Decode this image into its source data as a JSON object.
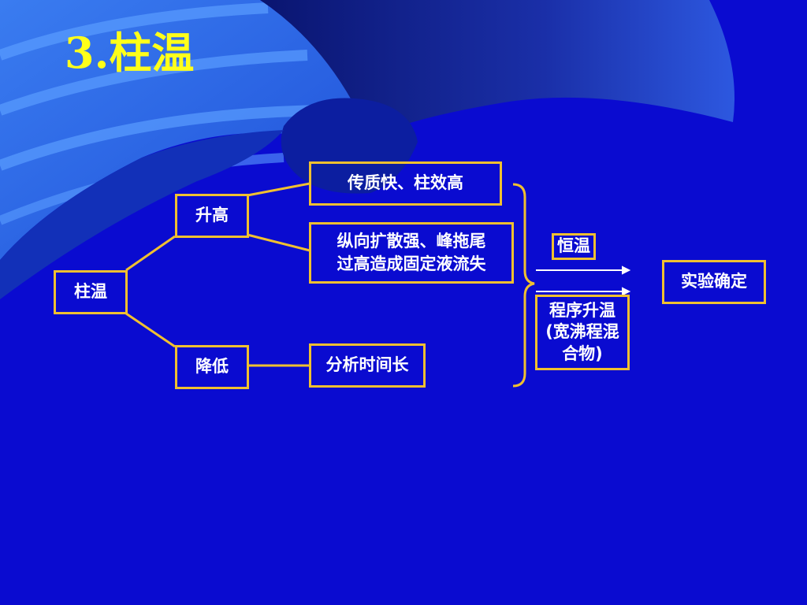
{
  "slide": {
    "title": "3.柱温",
    "root": "柱温",
    "branch_up": "升高",
    "branch_down": "降低",
    "effect_up_1": "传质快、柱效高",
    "effect_up_2_line1": "纵向扩散强、峰拖尾",
    "effect_up_2_line2": "过高造成固定液流失",
    "effect_down": "分析时间长",
    "mode_isothermal": "恒温",
    "mode_program_line1": "程序升温",
    "mode_program_line2": "(宽沸程混",
    "mode_program_line3": "合物)",
    "result": "实验确定"
  },
  "colors": {
    "background": "#0a0bd0",
    "title": "#ffff1a",
    "box_border": "#f0c030",
    "text": "#ffffff"
  }
}
